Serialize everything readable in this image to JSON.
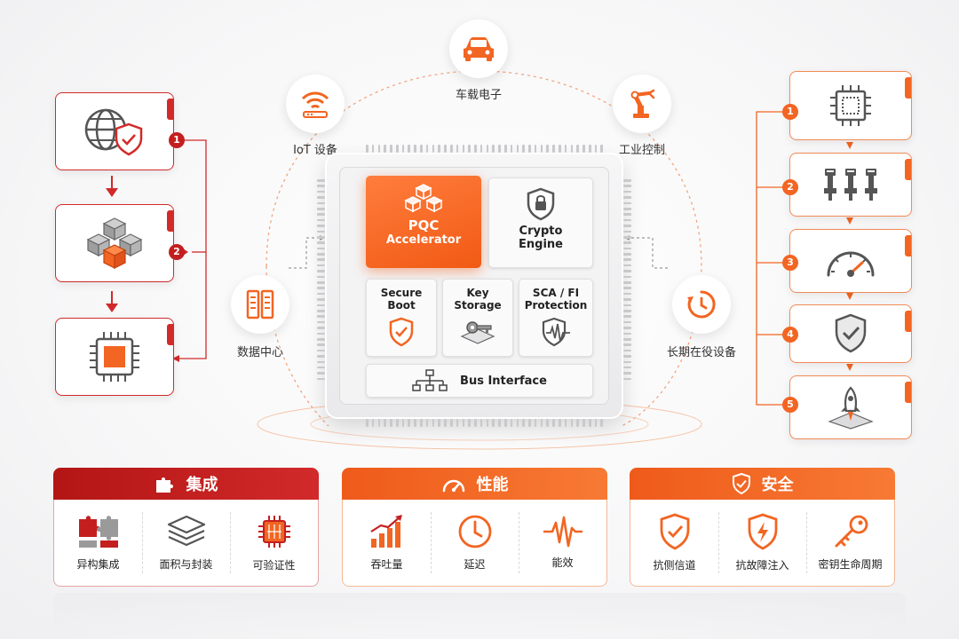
{
  "applications": {
    "automotive": "车载电子",
    "iot": "IoT 设备",
    "industrial": "工业控制",
    "datacenter": "数据中心",
    "longlife": "长期在役设备"
  },
  "chip": {
    "pqc_line1": "PQC",
    "pqc_line2": "Accelerator",
    "crypto_line1": "Crypto",
    "crypto_line2": "Engine",
    "secure_line1": "Secure",
    "secure_line2": "Boot",
    "key_line1": "Key",
    "key_line2": "Storage",
    "sca_line1": "SCA / FI",
    "sca_line2": "Protection",
    "bus": "Bus Interface"
  },
  "left_flow": {
    "steps": [
      "1",
      "2"
    ]
  },
  "right_flow": {
    "steps": [
      "1",
      "2",
      "3",
      "4",
      "5"
    ]
  },
  "panels": {
    "integration": {
      "title": "集成",
      "items": [
        "异构集成",
        "面积与封装",
        "可验证性"
      ]
    },
    "performance": {
      "title": "性能",
      "items": [
        "吞吐量",
        "延迟",
        "能效"
      ]
    },
    "security": {
      "title": "安全",
      "items": [
        "抗侧信道",
        "抗故障注入",
        "密钥生命周期"
      ]
    }
  },
  "colors": {
    "red": "#c41f1f",
    "orange": "#f26522",
    "gray_icon": "#555555"
  }
}
